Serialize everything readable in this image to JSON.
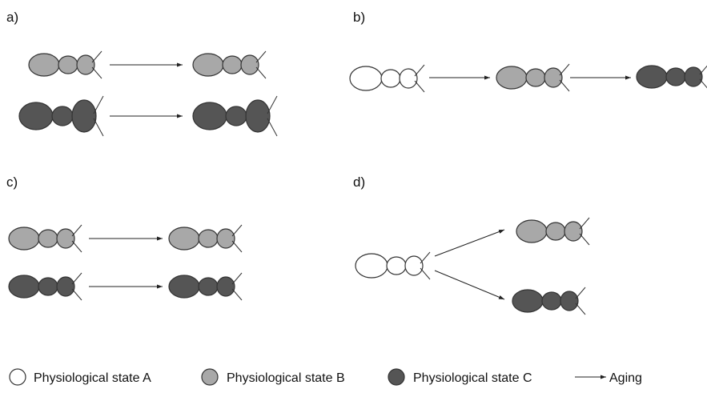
{
  "panels": {
    "a": "a)",
    "b": "b)",
    "c": "c)",
    "d": "d)"
  },
  "legend": {
    "state_a": "Physiological state A",
    "state_b": "Physiological state B",
    "state_c": "Physiological state C",
    "aging": "Aging"
  },
  "colors": {
    "state_a": "#ffffff",
    "state_b": "#a8a8a8",
    "state_c": "#555555",
    "outline": "#333333"
  }
}
